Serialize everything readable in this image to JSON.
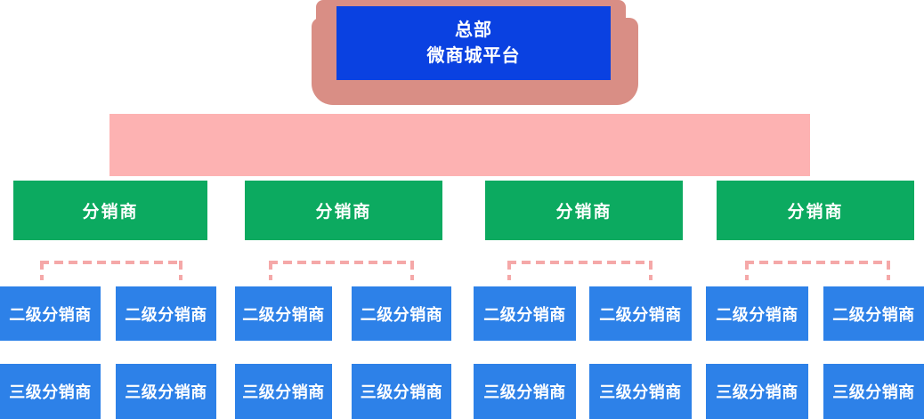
{
  "diagram_title": "distribution-hierarchy-org-chart",
  "colors": {
    "hq_blue": "#0a41e1",
    "halo_salmon": "#d98e85",
    "connector_pink": "#fdb2b2",
    "bracket_pink": "#f5a8a8",
    "distributor_green": "#0caa60",
    "tier_blue": "#2d81e8",
    "text": "#ffffff",
    "background": "#ffffff"
  },
  "headquarters": {
    "line1": "总部",
    "line2": "微商城平台"
  },
  "distributors": {
    "labels": [
      "分销商",
      "分销商",
      "分销商",
      "分销商"
    ]
  },
  "tier2": {
    "labels": [
      "二级分销商",
      "二级分销商",
      "二级分销商",
      "二级分销商",
      "二级分销商",
      "二级分销商",
      "二级分销商",
      "二级分销商"
    ]
  },
  "tier3": {
    "labels": [
      "三级分销商",
      "三级分销商",
      "三级分销商",
      "三级分销商",
      "三级分销商",
      "三级分销商",
      "三级分销商",
      "三级分销商"
    ]
  }
}
